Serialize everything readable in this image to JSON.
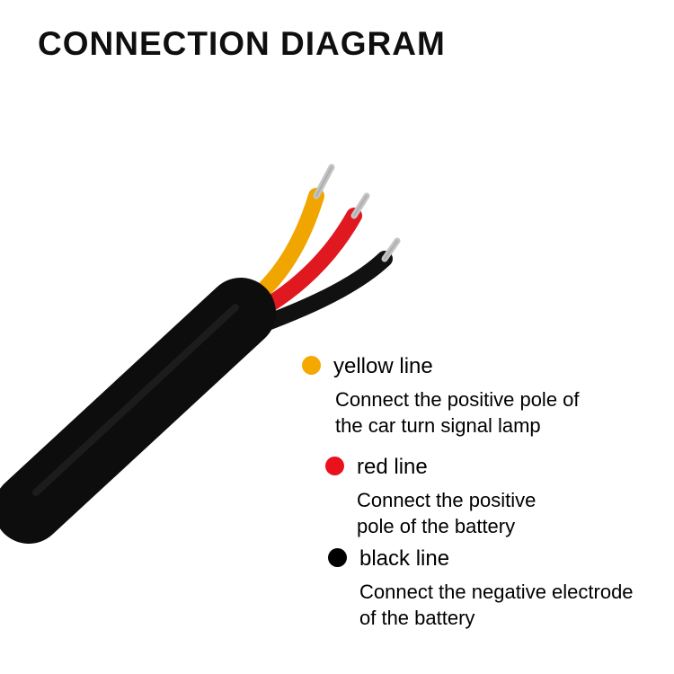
{
  "title": "CONNECTION DIAGRAM",
  "colors": {
    "cable_black": "#0d0d0d",
    "wire_yellow": "#f0a500",
    "wire_red": "#e01820",
    "wire_black": "#111111",
    "wire_tip_silver": "#c4c4c4"
  },
  "legend": [
    {
      "name": "yellow-line",
      "color": "#f5a800",
      "label": "yellow line",
      "desc_lines": [
        "Connect the positive pole of",
        "the car turn signal lamp"
      ]
    },
    {
      "name": "red-line",
      "color": "#e8111c",
      "label": "red line",
      "desc_lines": [
        "Connect the positive",
        "pole of the battery"
      ]
    },
    {
      "name": "black-line",
      "color": "#000000",
      "label": "black line",
      "desc_lines": [
        "Connect the negative electrode",
        "of the battery"
      ]
    }
  ]
}
